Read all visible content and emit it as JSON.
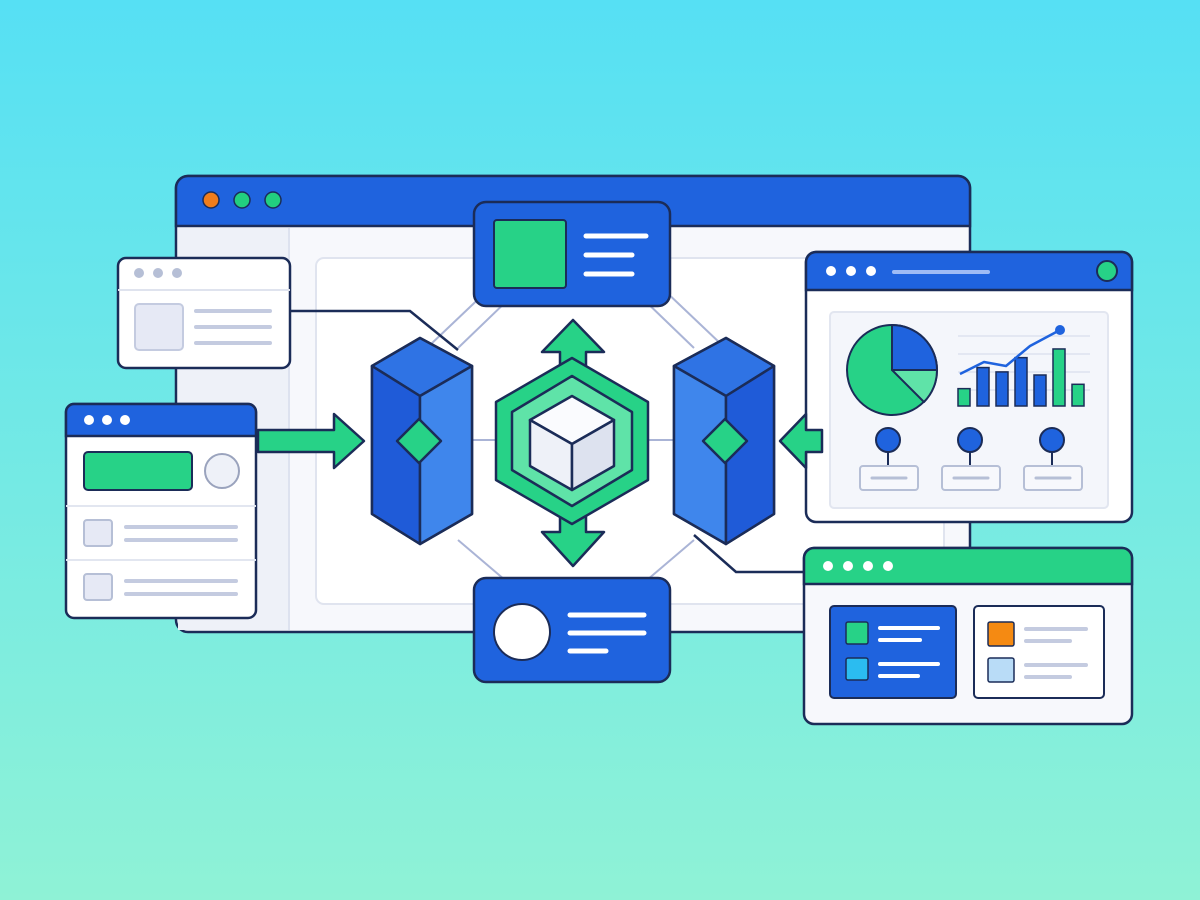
{
  "colors": {
    "background_top": "#56e0f4",
    "background_bottom": "#8ff2d6",
    "blue": "#1f63de",
    "blue_light": "#3f86ec",
    "blue_dark": "#174fc2",
    "green": "#27d287",
    "green_light": "#5fe3a8",
    "outline": "#1b2c58",
    "window_fill": "#f7f8fc",
    "panel_fill": "#eef1f8",
    "line_gray": "#c4cbe0",
    "line_light": "#aab4d6",
    "dot_orange": "#f07d1c",
    "dot_green": "#22cf7f",
    "tile_cyan": "#2bbcf0",
    "tile_pale_blue": "#b9dcf7"
  },
  "icons": {
    "central_hub": "green-hexagon-cube-icon",
    "left_module": "blue-hexagonal-prism-icon",
    "right_module": "blue-hexagonal-prism-icon",
    "top_card": "green-image-card-icon",
    "bottom_card": "circle-profile-card-icon",
    "analytics": "pie-and-bar-chart-icon",
    "data_flow": "arrow-icon"
  },
  "analytics_chart": {
    "pie_share_highlight": 0.25,
    "bar_heights": [
      0.28,
      0.62,
      0.55,
      0.78,
      0.5,
      0.92,
      0.35
    ]
  }
}
